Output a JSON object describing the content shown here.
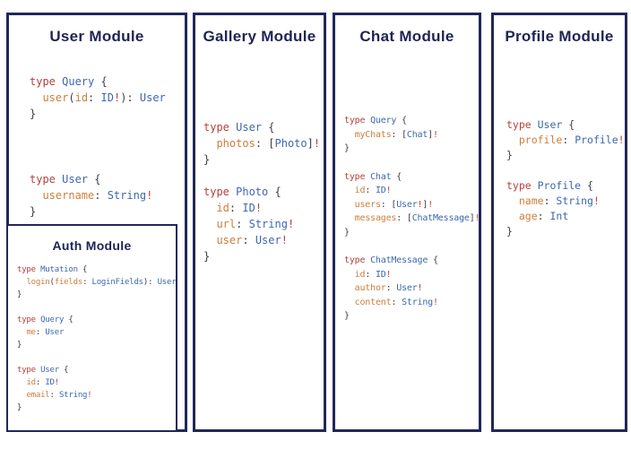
{
  "colors": {
    "border_navy": "#212759",
    "title_navy": "#1e2455",
    "keyword_red": "#b5413c",
    "type_blue": "#3b68b0",
    "field_orange": "#cc7e3b",
    "punct_gray": "#3f3f4a",
    "bang_red": "#b5413c",
    "panel_bg": "#ffffff"
  },
  "token_classes": {
    "k": "keyword",
    "t": "type-name",
    "f": "field-name",
    "p": "punctuation",
    "e": "non-null-bang"
  },
  "panels": [
    {
      "key": "user",
      "title": "User Module",
      "blocks": [
        [
          [
            [
              "k",
              "type "
            ],
            [
              "t",
              "Query"
            ],
            [
              "p",
              " {"
            ]
          ],
          [
            [
              "p",
              "  "
            ],
            [
              "f",
              "user"
            ],
            [
              "p",
              "("
            ],
            [
              "f",
              "id"
            ],
            [
              "p",
              ": "
            ],
            [
              "t",
              "ID"
            ],
            [
              "e",
              "!"
            ],
            [
              "p",
              "): "
            ],
            [
              "t",
              "User"
            ]
          ],
          [
            [
              "p",
              "}"
            ]
          ]
        ],
        [
          [
            [
              "k",
              "type "
            ],
            [
              "t",
              "User"
            ],
            [
              "p",
              " {"
            ]
          ],
          [
            [
              "p",
              "  "
            ],
            [
              "f",
              "username"
            ],
            [
              "p",
              ": "
            ],
            [
              "t",
              "String"
            ],
            [
              "e",
              "!"
            ]
          ],
          [
            [
              "p",
              "}"
            ]
          ]
        ]
      ],
      "nested": {
        "key": "auth",
        "title": "Auth Module",
        "blocks": [
          [
            [
              [
                "k",
                "type "
              ],
              [
                "t",
                "Mutation"
              ],
              [
                "p",
                " {"
              ]
            ],
            [
              [
                "p",
                "  "
              ],
              [
                "f",
                "login"
              ],
              [
                "p",
                "("
              ],
              [
                "f",
                "fields"
              ],
              [
                "p",
                ": "
              ],
              [
                "t",
                "LoginFields"
              ],
              [
                "p",
                "): "
              ],
              [
                "t",
                "User"
              ]
            ],
            [
              [
                "p",
                "}"
              ]
            ]
          ],
          [
            [
              [
                "k",
                "type "
              ],
              [
                "t",
                "Query"
              ],
              [
                "p",
                " {"
              ]
            ],
            [
              [
                "p",
                "  "
              ],
              [
                "f",
                "me"
              ],
              [
                "p",
                ": "
              ],
              [
                "t",
                "User"
              ]
            ],
            [
              [
                "p",
                "}"
              ]
            ]
          ],
          [
            [
              [
                "k",
                "type "
              ],
              [
                "t",
                "User"
              ],
              [
                "p",
                " {"
              ]
            ],
            [
              [
                "p",
                "  "
              ],
              [
                "f",
                "id"
              ],
              [
                "p",
                ": "
              ],
              [
                "t",
                "ID"
              ],
              [
                "e",
                "!"
              ]
            ],
            [
              [
                "p",
                "  "
              ],
              [
                "f",
                "email"
              ],
              [
                "p",
                ": "
              ],
              [
                "t",
                "String"
              ],
              [
                "e",
                "!"
              ]
            ],
            [
              [
                "p",
                "}"
              ]
            ]
          ]
        ]
      }
    },
    {
      "key": "gallery",
      "title": "Gallery Module",
      "blocks": [
        [
          [
            [
              "k",
              "type "
            ],
            [
              "t",
              "User"
            ],
            [
              "p",
              " {"
            ]
          ],
          [
            [
              "p",
              "  "
            ],
            [
              "f",
              "photos"
            ],
            [
              "p",
              ": ["
            ],
            [
              "t",
              "Photo"
            ],
            [
              "p",
              "]"
            ],
            [
              "e",
              "!"
            ]
          ],
          [
            [
              "p",
              "}"
            ]
          ]
        ],
        [
          [
            [
              "k",
              "type "
            ],
            [
              "t",
              "Photo"
            ],
            [
              "p",
              " {"
            ]
          ],
          [
            [
              "p",
              "  "
            ],
            [
              "f",
              "id"
            ],
            [
              "p",
              ": "
            ],
            [
              "t",
              "ID"
            ],
            [
              "e",
              "!"
            ]
          ],
          [
            [
              "p",
              "  "
            ],
            [
              "f",
              "url"
            ],
            [
              "p",
              ": "
            ],
            [
              "t",
              "String"
            ],
            [
              "e",
              "!"
            ]
          ],
          [
            [
              "p",
              "  "
            ],
            [
              "f",
              "user"
            ],
            [
              "p",
              ": "
            ],
            [
              "t",
              "User"
            ],
            [
              "e",
              "!"
            ]
          ],
          [
            [
              "p",
              "}"
            ]
          ]
        ]
      ]
    },
    {
      "key": "chat",
      "title": "Chat Module",
      "blocks": [
        [
          [
            [
              "k",
              "type "
            ],
            [
              "t",
              "Query"
            ],
            [
              "p",
              " {"
            ]
          ],
          [
            [
              "p",
              "  "
            ],
            [
              "f",
              "myChats"
            ],
            [
              "p",
              ": ["
            ],
            [
              "t",
              "Chat"
            ],
            [
              "p",
              "]"
            ],
            [
              "e",
              "!"
            ]
          ],
          [
            [
              "p",
              "}"
            ]
          ]
        ],
        [
          [
            [
              "k",
              "type "
            ],
            [
              "t",
              "Chat"
            ],
            [
              "p",
              " {"
            ]
          ],
          [
            [
              "p",
              "  "
            ],
            [
              "f",
              "id"
            ],
            [
              "p",
              ": "
            ],
            [
              "t",
              "ID"
            ],
            [
              "e",
              "!"
            ]
          ],
          [
            [
              "p",
              "  "
            ],
            [
              "f",
              "users"
            ],
            [
              "p",
              ": ["
            ],
            [
              "t",
              "User"
            ],
            [
              "e",
              "!"
            ],
            [
              "p",
              "]"
            ],
            [
              "e",
              "!"
            ]
          ],
          [
            [
              "p",
              "  "
            ],
            [
              "f",
              "messages"
            ],
            [
              "p",
              ": ["
            ],
            [
              "t",
              "ChatMessage"
            ],
            [
              "p",
              "]"
            ],
            [
              "e",
              "!"
            ]
          ],
          [
            [
              "p",
              "}"
            ]
          ]
        ],
        [
          [
            [
              "k",
              "type "
            ],
            [
              "t",
              "ChatMessage"
            ],
            [
              "p",
              " {"
            ]
          ],
          [
            [
              "p",
              "  "
            ],
            [
              "f",
              "id"
            ],
            [
              "p",
              ": "
            ],
            [
              "t",
              "ID"
            ],
            [
              "e",
              "!"
            ]
          ],
          [
            [
              "p",
              "  "
            ],
            [
              "f",
              "author"
            ],
            [
              "p",
              ": "
            ],
            [
              "t",
              "User"
            ],
            [
              "e",
              "!"
            ]
          ],
          [
            [
              "p",
              "  "
            ],
            [
              "f",
              "content"
            ],
            [
              "p",
              ": "
            ],
            [
              "t",
              "String"
            ],
            [
              "e",
              "!"
            ]
          ],
          [
            [
              "p",
              "}"
            ]
          ]
        ]
      ]
    },
    {
      "key": "profile",
      "title": "Profile Module",
      "blocks": [
        [
          [
            [
              "k",
              "type "
            ],
            [
              "t",
              "User"
            ],
            [
              "p",
              " {"
            ]
          ],
          [
            [
              "p",
              "  "
            ],
            [
              "f",
              "profile"
            ],
            [
              "p",
              ": "
            ],
            [
              "t",
              "Profile"
            ],
            [
              "e",
              "!"
            ]
          ],
          [
            [
              "p",
              "}"
            ]
          ]
        ],
        [
          [
            [
              "k",
              "type "
            ],
            [
              "t",
              "Profile"
            ],
            [
              "p",
              " {"
            ]
          ],
          [
            [
              "p",
              "  "
            ],
            [
              "f",
              "name"
            ],
            [
              "p",
              ": "
            ],
            [
              "t",
              "String"
            ],
            [
              "e",
              "!"
            ]
          ],
          [
            [
              "p",
              "  "
            ],
            [
              "f",
              "age"
            ],
            [
              "p",
              ": "
            ],
            [
              "t",
              "Int"
            ]
          ],
          [
            [
              "p",
              "}"
            ]
          ]
        ]
      ]
    }
  ]
}
